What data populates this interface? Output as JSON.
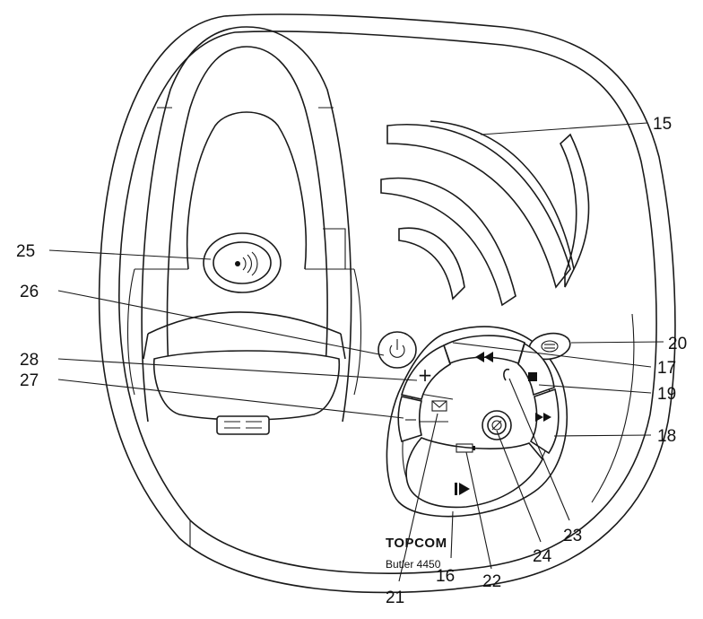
{
  "device": {
    "brand": "TOPCOM",
    "model": "Butler 4450"
  },
  "callouts": {
    "c15": "15",
    "c16": "16",
    "c17": "17",
    "c18": "18",
    "c19": "19",
    "c20": "20",
    "c21": "21",
    "c22": "22",
    "c23": "23",
    "c24": "24",
    "c25": "25",
    "c26": "26",
    "c27": "27",
    "c28": "28"
  },
  "icons": {
    "page_button": "page-icon",
    "power_button": "power-icon",
    "rewind_button": "rewind-icon",
    "forward_button": "fast-forward-icon",
    "stop_button": "stop-icon",
    "play_button": "play-icon",
    "message_led": "envelope-icon",
    "battery_led": "battery-icon",
    "line_led": "handset-icon",
    "answer_off_button": "answer-off-icon",
    "menu_button": "menu-icon",
    "volume_up": "plus-icon",
    "volume_down": "minus-icon"
  }
}
